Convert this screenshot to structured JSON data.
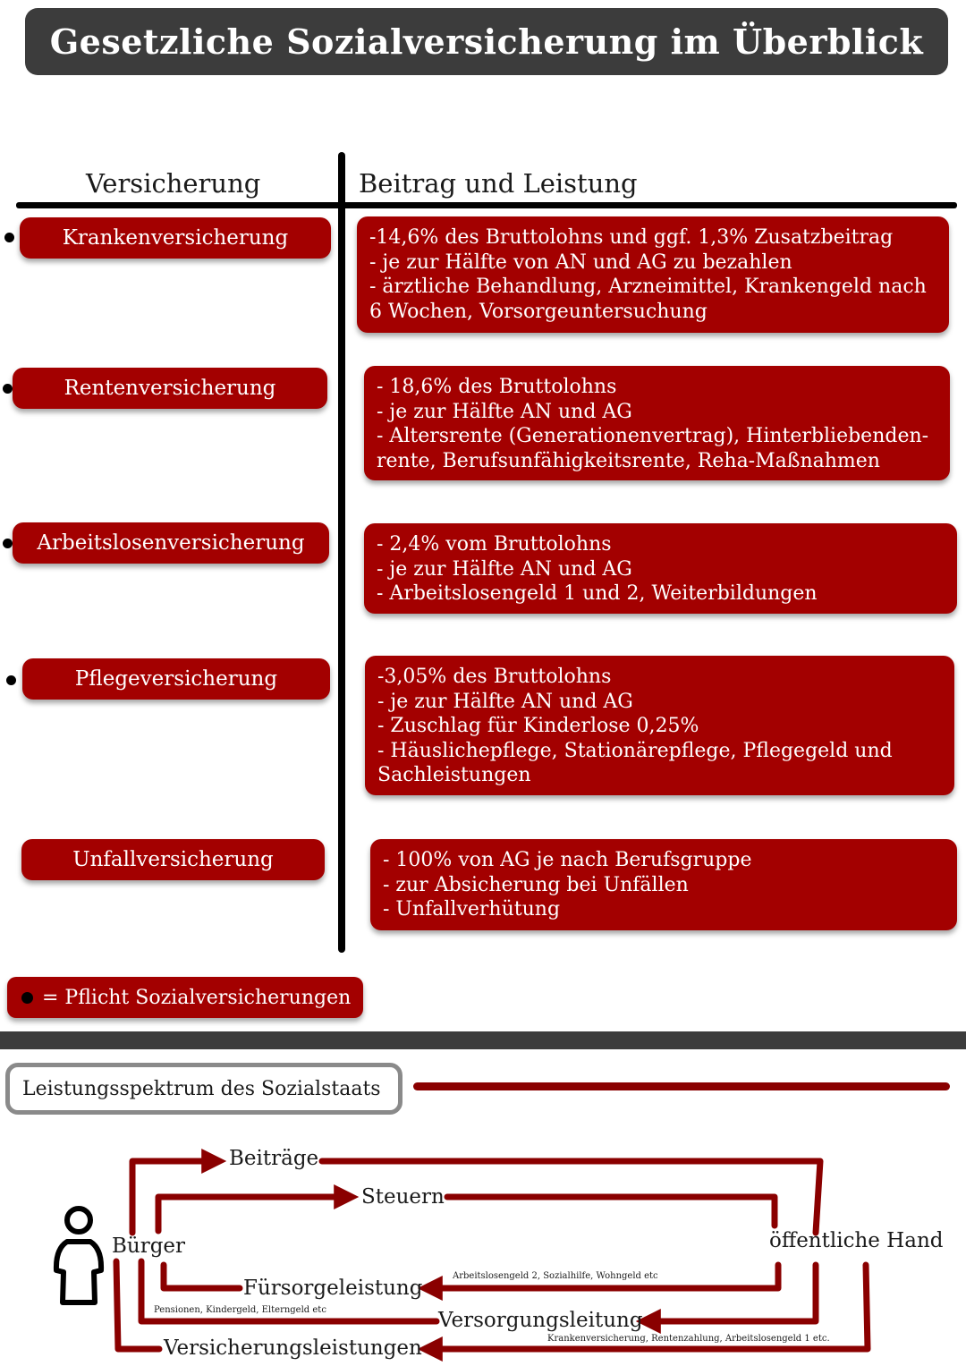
{
  "title": "Gesetzliche Sozialversicherung im Überblick",
  "table": {
    "col_left": "Versicherung",
    "col_right": "Beitrag und Leistung",
    "rows": [
      {
        "name": "Krankenversicherung",
        "mandatory": true,
        "details": [
          "-14,6% des Bruttolohns und ggf. 1,3% Zusatzbeitrag",
          "- je zur Hälfte von AN und AG zu bezahlen",
          "- ärztliche Behandlung, Arzneimittel, Krankengeld nach",
          "6 Wochen, Vorsorgeuntersuchung"
        ]
      },
      {
        "name": "Rentenversicherung",
        "mandatory": true,
        "details": [
          "- 18,6% des Bruttolohns",
          "- je zur Hälfte AN und AG",
          "- Altersrente (Generationenvertrag), Hinterbliebenden-",
          "rente, Berufsunfähigkeitsrente, Reha-Maßnahmen"
        ]
      },
      {
        "name": "Arbeitslosenversicherung",
        "mandatory": true,
        "details": [
          "- 2,4% vom Bruttolohns",
          "- je zur Hälfte AN und AG",
          "- Arbeitslosengeld 1 und 2, Weiterbildungen"
        ]
      },
      {
        "name": "Pflegeversicherung",
        "mandatory": true,
        "details": [
          "-3,05% des Bruttolohns",
          "- je zur Hälfte AN und AG",
          "- Zuschlag für Kinderlose 0,25%",
          "- Häuslichepflege, Stationärepflege, Pflegegeld und",
          "Sachleistungen"
        ]
      },
      {
        "name": "Unfallversicherung",
        "mandatory": false,
        "details": [
          "- 100% von AG je nach Berufsgruppe",
          "- zur Absicherung bei Unfällen",
          "- Unfallverhütung"
        ]
      }
    ]
  },
  "legend": "= Pflicht Sozialversicherungen",
  "section2": {
    "title": "Leistungsspektrum des Sozialstaats",
    "diagram": {
      "citizen": "Bürger",
      "public": "öffentliche Hand",
      "beitraege": "Beiträge",
      "steuern": "Steuern",
      "fuersorge": "Fürsorgeleistung",
      "fuersorge_note": "Arbeitslosengeld 2, Sozialhilfe, Wohngeld etc",
      "versorgung": "Versorgungsleitung",
      "versorgung_note": "Pensionen, Kindergeld, Elterngeld etc",
      "versicherung": "Versicherungsleistungen",
      "versicherung_note": "Krankenversicherung, Rentenzahlung, Arbeitslosengeld 1 etc."
    }
  },
  "colors": {
    "accent_red": "#a30000",
    "dark_red_line": "#8a0000",
    "dark_gray": "#3c3c3c"
  }
}
